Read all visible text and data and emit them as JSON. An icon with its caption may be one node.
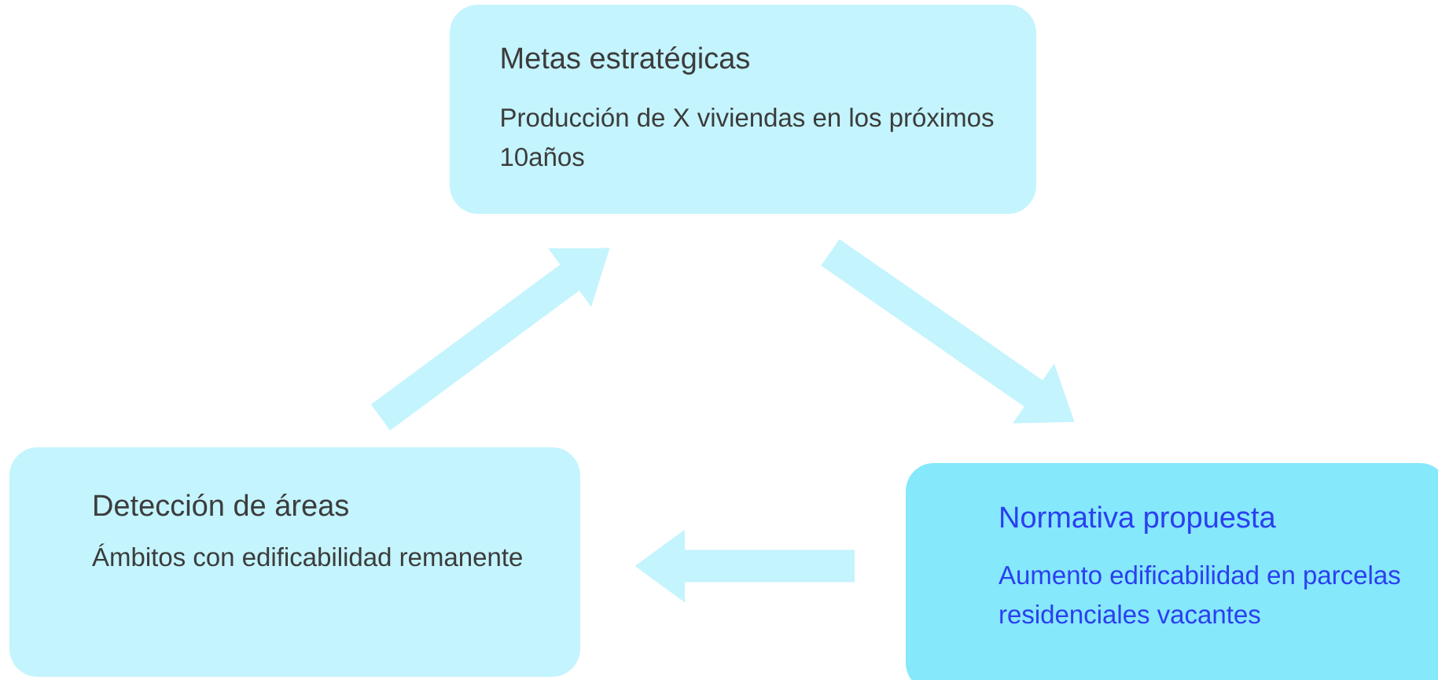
{
  "diagram": {
    "nodes": [
      {
        "text": [
          "Metas estratégicas",
          "Producción de X viviendas en los próximos 10años"
        ]
      },
      {
        "text": [
          "Detección de áreas",
          "Ámbitos con edificabilidad remanente"
        ]
      },
      {
        "text": [
          "Normativa propuesta",
          "Aumento edificabilidad en parcelas residenciales vacantes"
        ]
      }
    ],
    "edges": [
      {
        "from": 1,
        "to": 0,
        "arrow": "to"
      },
      {
        "from": 0,
        "to": 2,
        "arrow": "to"
      },
      {
        "from": 2,
        "to": 1,
        "arrow": "to"
      }
    ]
  }
}
